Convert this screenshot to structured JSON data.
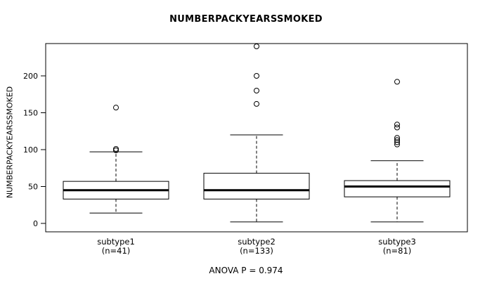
{
  "title": "NUMBERPACKYEARSSMOKED",
  "chart_data": {
    "type": "boxplot",
    "title": "NUMBERPACKYEARSSMOKED",
    "ylabel": "NUMBERPACKYEARSSMOKED",
    "xlabel": "",
    "yticks": [
      0,
      50,
      100,
      150,
      200
    ],
    "ylim": [
      -10,
      245
    ],
    "grid": false,
    "annotation": "ANOVA P = 0.974",
    "line_color": "#000000",
    "box_fill": "#ffffff",
    "groups": [
      {
        "label": "subtype1",
        "n_label": "(n=41)",
        "low": 14,
        "q1": 33,
        "median": 45,
        "q3": 57,
        "high": 97,
        "outliers": [
          99,
          101,
          157
        ]
      },
      {
        "label": "subtype2",
        "n_label": "(n=133)",
        "low": 2,
        "q1": 33,
        "median": 45,
        "q3": 68,
        "high": 120,
        "outliers": [
          162,
          180,
          200,
          240
        ]
      },
      {
        "label": "subtype3",
        "n_label": "(n=81)",
        "low": 2,
        "q1": 36,
        "median": 50,
        "q3": 58,
        "high": 85,
        "outliers": [
          107,
          110,
          113,
          116,
          130,
          134,
          192
        ]
      }
    ]
  }
}
